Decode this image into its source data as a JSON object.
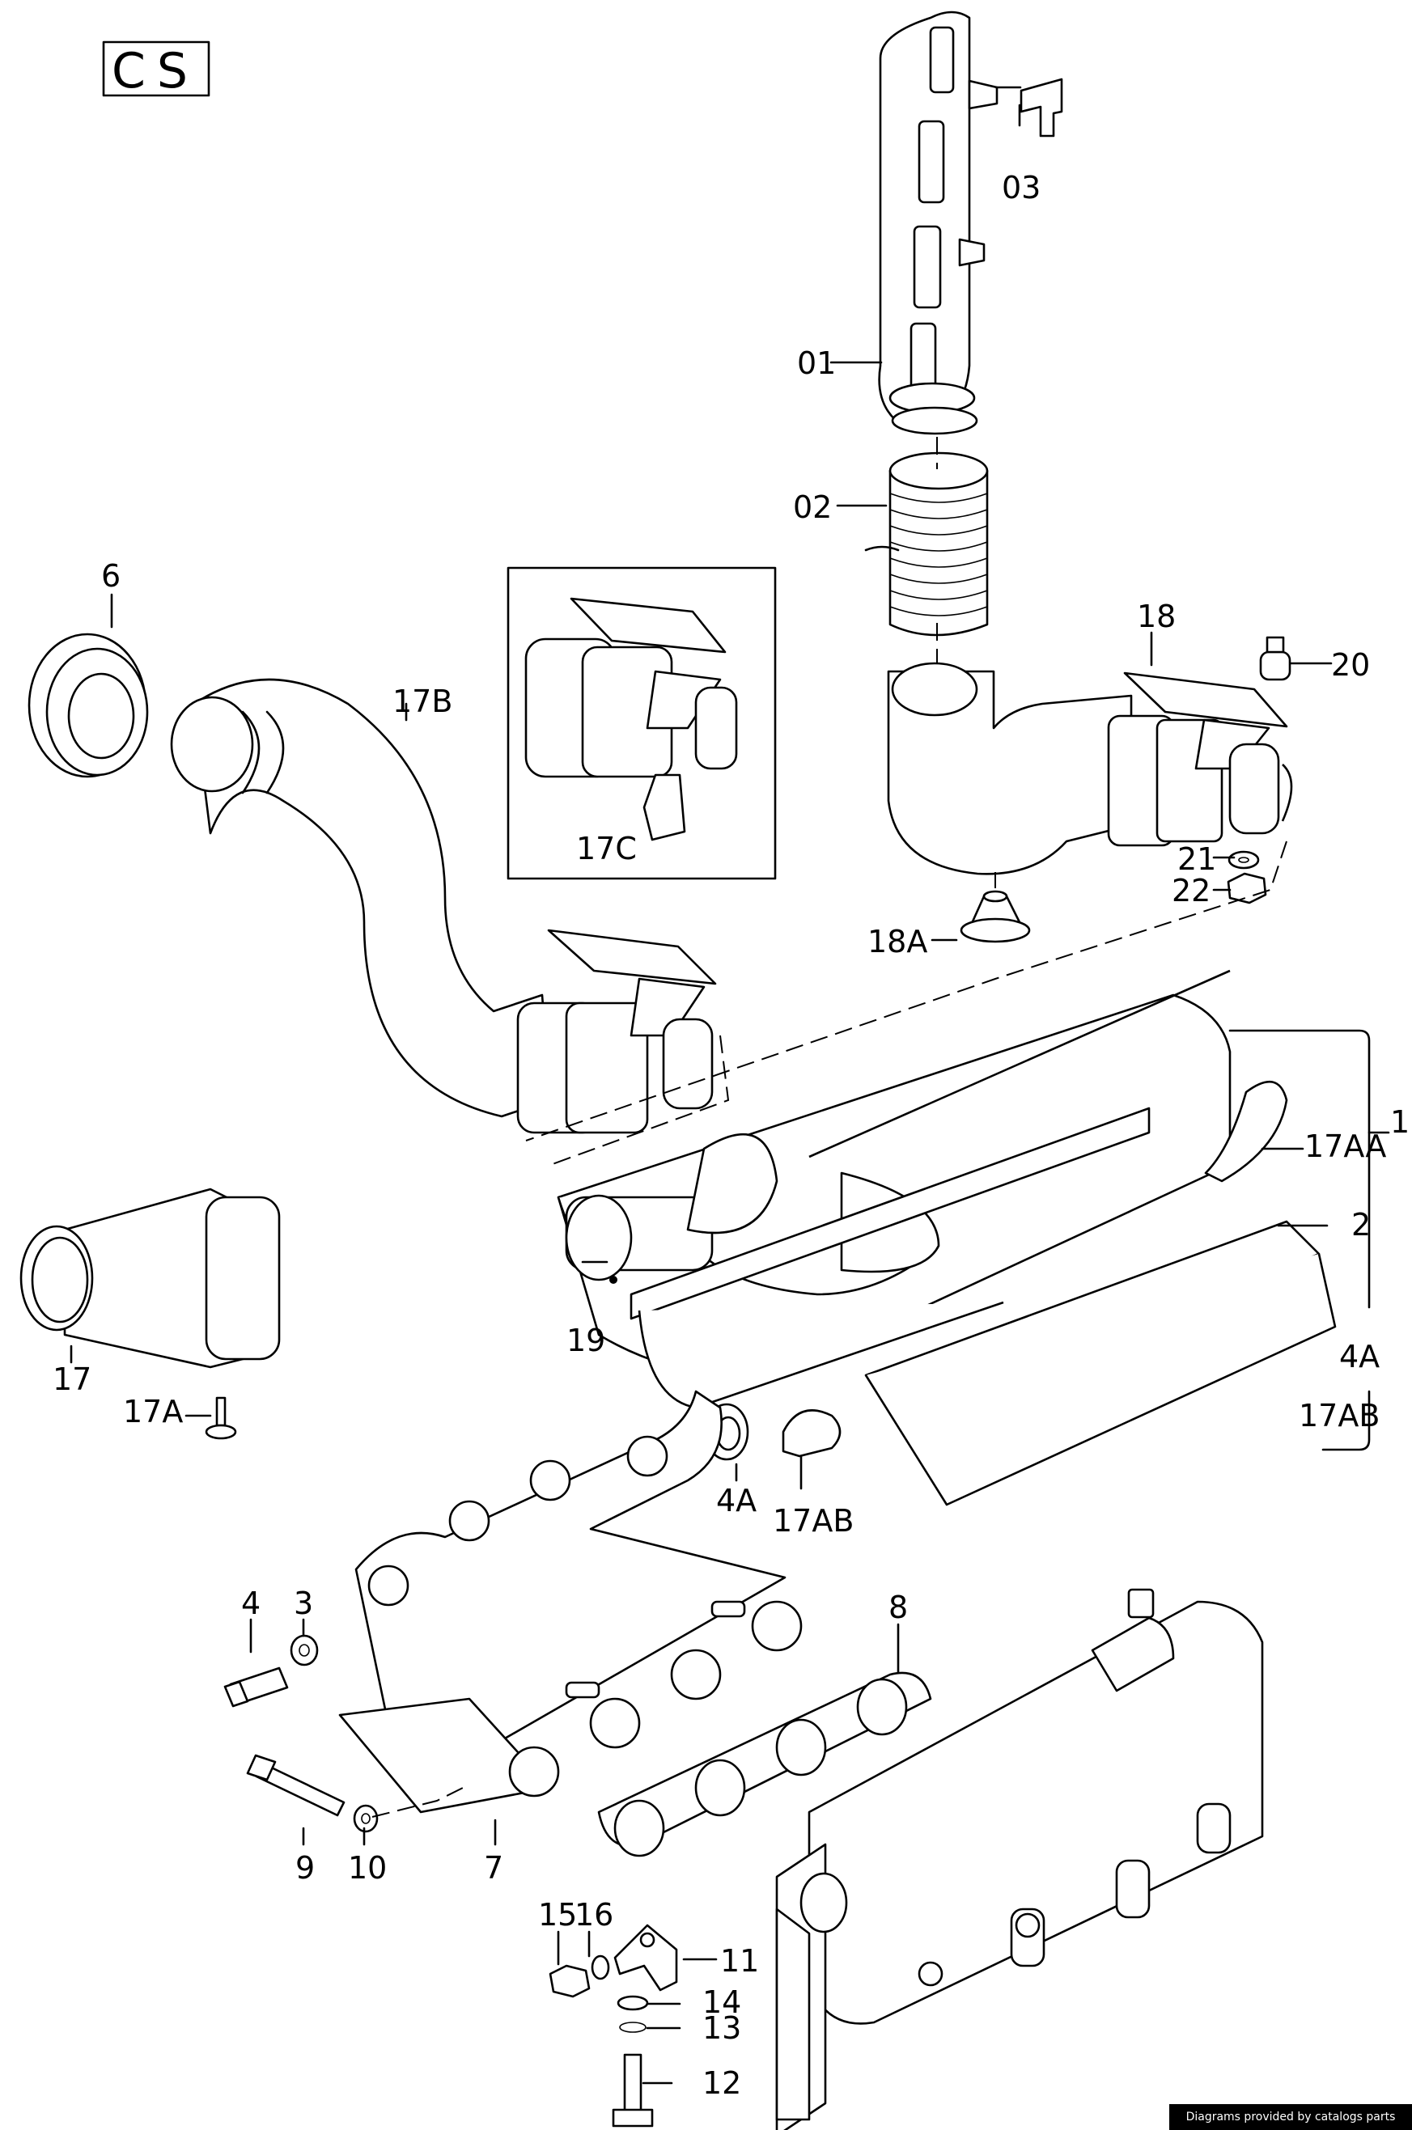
{
  "header": {
    "code": "CS"
  },
  "footer": {
    "credit": "Diagrams provided by catalogs parts"
  },
  "callouts": {
    "p01": "01",
    "p02": "02",
    "p03": "03",
    "p1": "1",
    "p2": "2",
    "p3": "3",
    "p4": "4",
    "p4A": "4A",
    "p4A_list": "4A",
    "p6": "6",
    "p7": "7",
    "p8": "8",
    "p9": "9",
    "p10": "10",
    "p11": "11",
    "p12": "12",
    "p13": "13",
    "p14": "14",
    "p15": "15",
    "p16": "16",
    "p17": "17",
    "p17A": "17A",
    "p17AA": "17AA",
    "p17AB": "17AB",
    "p17AB_list": "17AB",
    "p17B": "17B",
    "p17C": "17C",
    "p18": "18",
    "p18A": "18A",
    "p19": "19",
    "p20": "20",
    "p21": "21",
    "p22": "22"
  }
}
